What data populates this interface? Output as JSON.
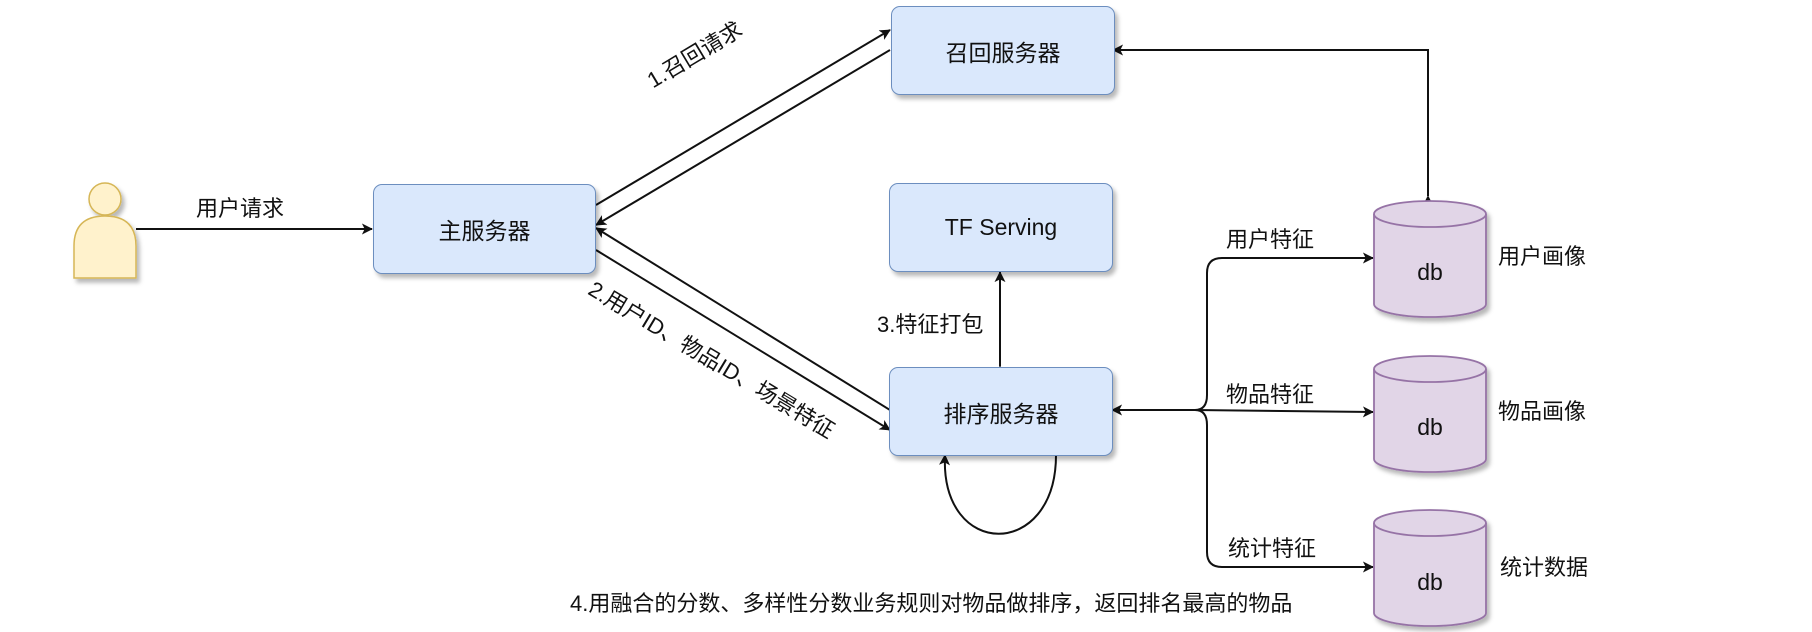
{
  "nodes": {
    "user": "",
    "main_server": "主服务器",
    "recall_server": "召回服务器",
    "tf_serving": "TF Serving",
    "rank_server": "排序服务器",
    "db_user": {
      "text": "db",
      "label": "用户画像"
    },
    "db_item": {
      "text": "db",
      "label": "物品画像"
    },
    "db_stats": {
      "text": "db",
      "label": "统计数据"
    }
  },
  "edges": {
    "user_request": "用户请求",
    "recall_request": "1.召回请求",
    "rank_request": "2.用户ID、物品ID、场景特征",
    "feature_pack": "3.特征打包",
    "user_feature": "用户特征",
    "item_feature": "物品特征",
    "stats_feature": "统计特征"
  },
  "caption": "4.用融合的分数、多样性分数业务规则对物品做排序，返回排名最高的物品",
  "colors": {
    "box_fill": "#dae8fc",
    "box_stroke": "#6c8ebf",
    "db_fill": "#e1d5e7",
    "db_stroke": "#9673a6",
    "actor_fill": "#fff2cc",
    "actor_stroke": "#d6b656"
  }
}
